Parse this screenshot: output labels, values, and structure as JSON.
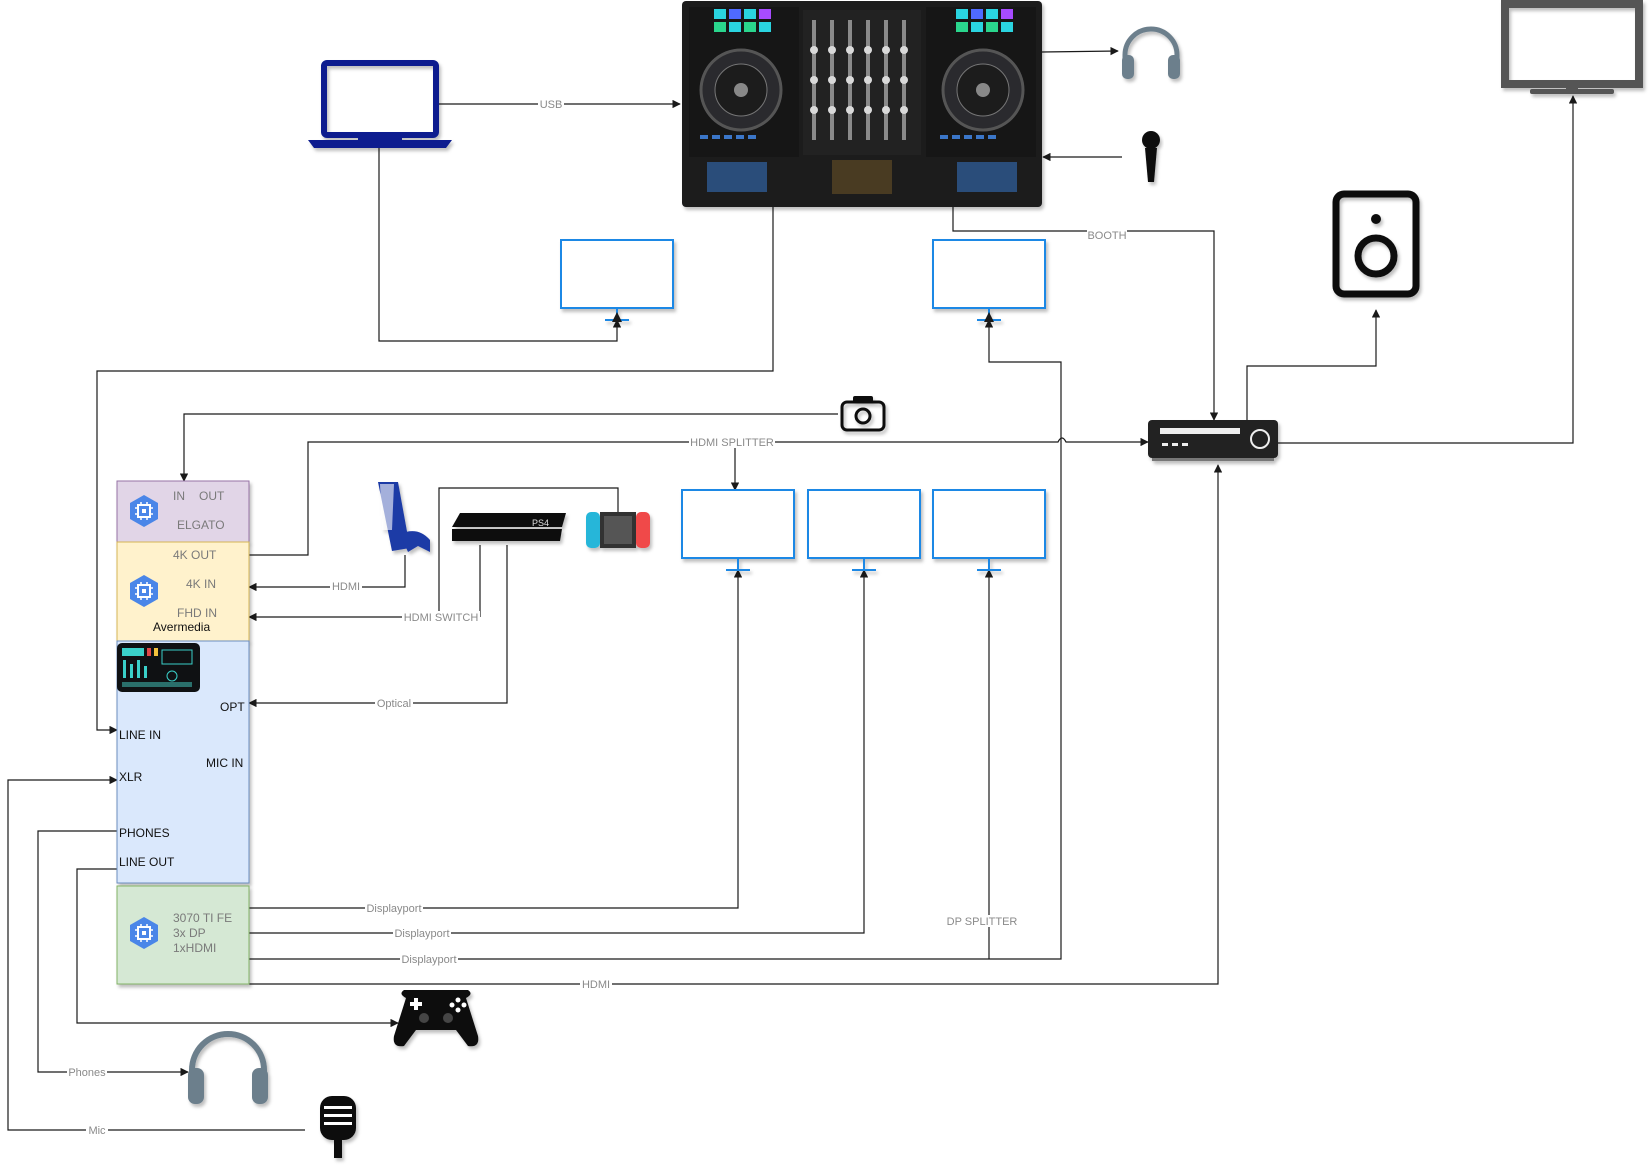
{
  "colors": {
    "elgato_fill": "#e1d5e7",
    "avermedia_fill": "#fff2cc",
    "mixer_fill": "#dae8fc",
    "gpu_fill": "#d5e8d4",
    "monitor_stroke": "#1e88e5",
    "laptop_blue": "#0a1f8f",
    "chip_icon": "#4a86e8",
    "wire": "#1a1a1a",
    "label_text": "#8a8a8a"
  },
  "devices": {
    "elgato": {
      "in": "IN",
      "out": "OUT",
      "name": "ELGATO",
      "icon": "chip-icon"
    },
    "avermedia": {
      "out_4k": "4K OUT",
      "in_4k": "4K IN",
      "in_fhd": "FHD IN",
      "name": "Avermedia",
      "icon": "chip-icon"
    },
    "mixer": {
      "opt": "OPT",
      "line_in": "LINE IN",
      "mic_in": "MIC IN",
      "xlr": "XLR",
      "phones": "PHONES",
      "line_out": "LINE OUT"
    },
    "gpu": {
      "line1": "3070 TI FE",
      "line2": "3x DP",
      "line3": "1xHDMI",
      "icon": "chip-icon"
    }
  },
  "connections": {
    "usb": "USB",
    "booth": "BOOTH",
    "hdmi_splitter": "HDMI SPLITTER",
    "hdmi_ps5": "HDMI",
    "hdmi_switch": "HDMI SWITCH",
    "optical": "Optical",
    "dp1": "Displayport",
    "dp2": "Displayport",
    "dp3": "Displayport",
    "dp_splitter": "DP SPLITTER",
    "hdmi_receiver": "HDMI",
    "phones": "Phones",
    "mic": "Mic"
  },
  "icons": [
    "laptop-icon",
    "dj-controller-icon",
    "headphones-icon",
    "microphone-icon",
    "tv-icon",
    "speaker-icon",
    "receiver-icon",
    "camera-icon",
    "ps5-icon",
    "ps4-icon",
    "switch-icon",
    "gamepad-icon",
    "podcast-mic-icon",
    "monitor-icon",
    "chip-icon"
  ]
}
